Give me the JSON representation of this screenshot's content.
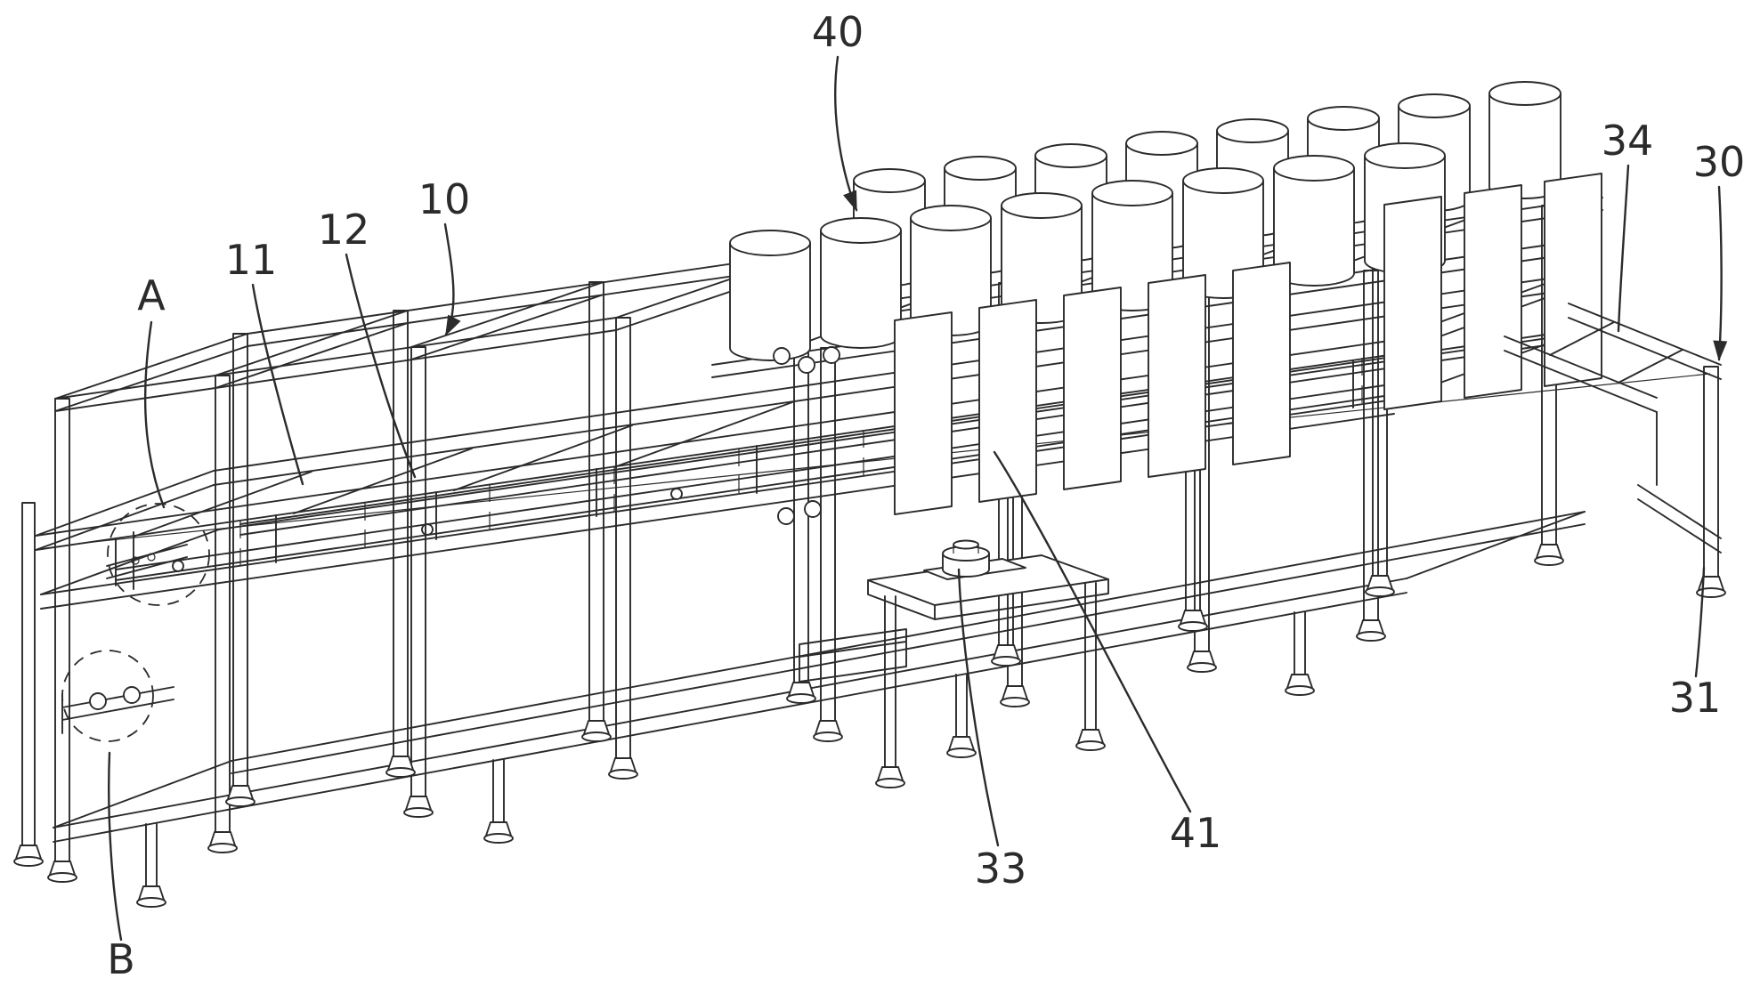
{
  "figure": {
    "background_color": "#ffffff",
    "line_color": "#2b2b2b",
    "kind": "isometric patent line drawing",
    "reference_labels": [
      {
        "ref": "A"
      },
      {
        "ref": "11"
      },
      {
        "ref": "12"
      },
      {
        "ref": "10"
      },
      {
        "ref": "40"
      },
      {
        "ref": "34"
      },
      {
        "ref": "30"
      },
      {
        "ref": "31"
      },
      {
        "ref": "41"
      },
      {
        "ref": "33"
      },
      {
        "ref": "B"
      }
    ]
  }
}
